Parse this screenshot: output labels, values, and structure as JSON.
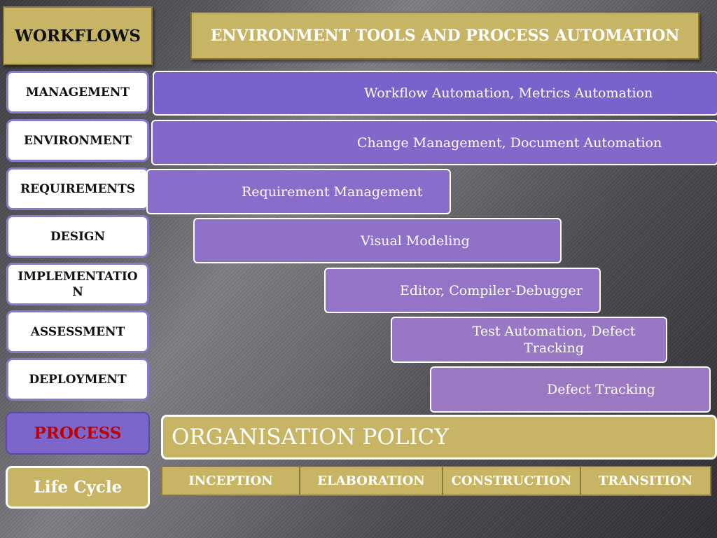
{
  "header": {
    "workflows_label": "WORKFLOWS",
    "title": "ENVIRONMENT TOOLS AND PROCESS AUTOMATION"
  },
  "workflows": [
    "MANAGEMENT",
    "ENVIRONMENT",
    "REQUIREMENTS",
    "DESIGN",
    "IMPLEMENTATION",
    "ASSESSMENT",
    "DEPLOYMENT"
  ],
  "tools": [
    "Workflow Automation, Metrics Automation",
    "Change Management, Document Automation",
    "Requirement Management",
    "Visual Modeling",
    "Editor, Compiler-Debugger",
    "Test Automation, Defect Tracking",
    "Defect Tracking"
  ],
  "process_label": "PROCESS",
  "organisation_policy": "ORGANISATION POLICY",
  "lifecycle_label": "Life Cycle",
  "phases": [
    "INCEPTION",
    "ELABORATION",
    "CONSTRUCTION",
    "TRANSITION"
  ],
  "colors": {
    "gold": "#c7b565",
    "purple": "#8f6fc7",
    "process_text": "#c00000",
    "process_box": "#7c66cc"
  }
}
